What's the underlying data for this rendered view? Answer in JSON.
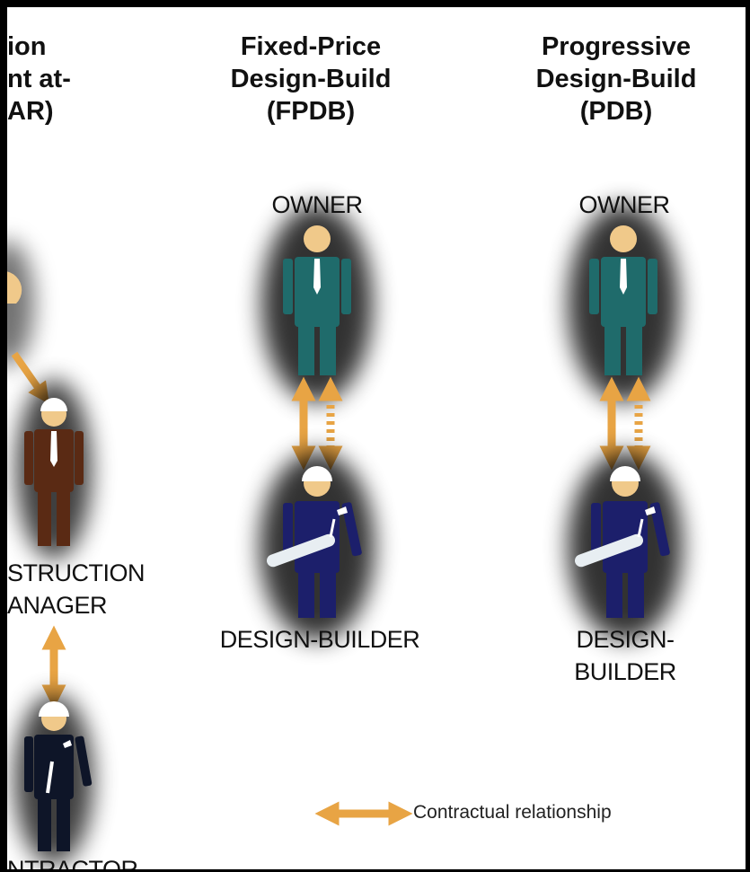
{
  "columns": {
    "cmar": {
      "heading_lines": [
        "ion",
        "nt at-",
        "AR)"
      ],
      "construction_manager_lines": [
        "STRUCTION",
        "ANAGER"
      ],
      "contractor_label": "NTRACTOR"
    },
    "fpdb": {
      "heading_lines": [
        "Fixed-Price",
        "Design-Build",
        "(FPDB)"
      ],
      "owner_label": "OWNER",
      "design_builder_label": "DESIGN-BUILDER"
    },
    "pdb": {
      "heading_lines": [
        "Progressive",
        "Design-Build",
        "(PDB)"
      ],
      "owner_label": "OWNER",
      "design_builder_lines": [
        "DESIGN-",
        "BUILDER"
      ]
    }
  },
  "legend": {
    "contractual_label": "Contractual relationship"
  },
  "colors": {
    "owner_suit": "#1f6b6b",
    "construction_manager_suit": "#5a2a14",
    "design_builder_suit": "#1c1f6b",
    "contractor_suit": "#0e1528",
    "arrow": "#e8a444",
    "head": "#f0c98a",
    "hardhat": "#ffffff",
    "shadow": "#000000"
  }
}
